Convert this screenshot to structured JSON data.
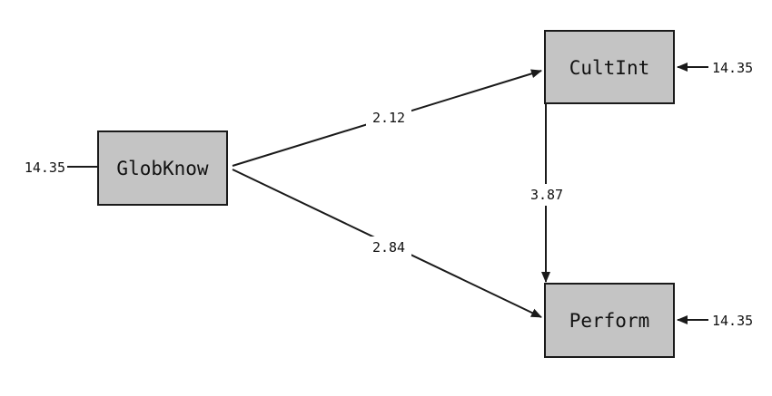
{
  "nodes": {
    "globknow": {
      "label": "GlobKnow"
    },
    "cultint": {
      "label": "CultInt"
    },
    "perform": {
      "label": "Perform"
    }
  },
  "paths": {
    "globknow_cultint": "2.12",
    "globknow_perform": "2.84",
    "cultint_perform": "3.87"
  },
  "errors": {
    "globknow": "14.35",
    "cultint": "14.35",
    "perform": "14.35"
  },
  "colors": {
    "node_fill": "#c4c4c4",
    "line": "#1a1a1a"
  }
}
